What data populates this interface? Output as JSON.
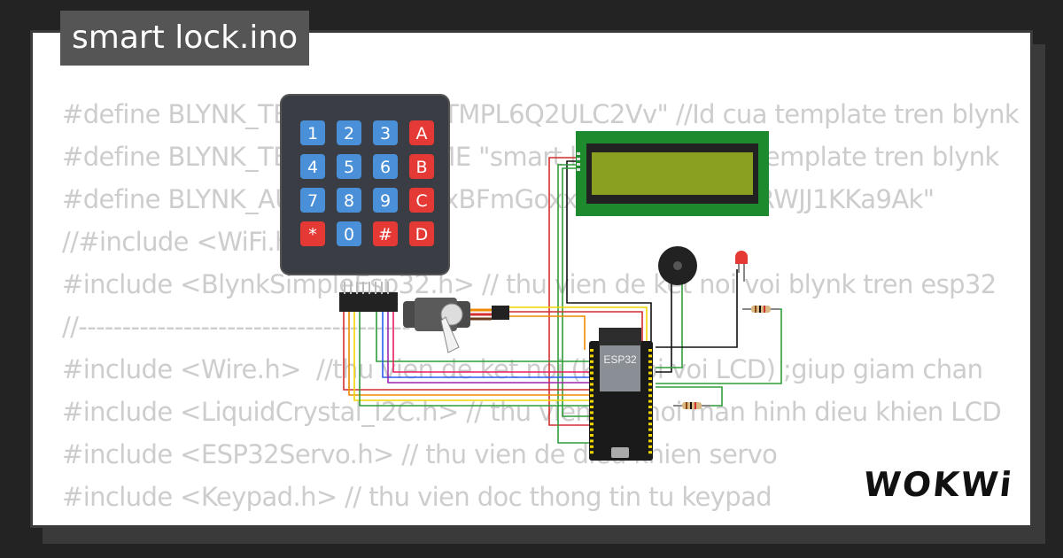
{
  "header": {
    "file_title": "smart lock.ino"
  },
  "code_lines": [
    "#define BLYNK_TEMPLATE_ID \"TMPL6Q2ULC2Vv\" //Id cua template tren blynk",
    "#define BLYNK_TEMPLATE_NAME \"smart lock\" //ten cua template tren blynk",
    "#define BLYNK_AUTH_TOKEN \"xBFmGoxxxxxxxxxxJW4yRWJJ1KKa9Ak\"",
    "//#include <WiFi.h>",
    "#include <BlynkSimpleEsp32.h> // thu vien de ket noi voi blynk tren esp32",
    "//--------------------------------------",
    "#include <Wire.h>  //thu vien de ket noi (ket noi voi LCD) ;giup giam chan",
    "#include <LiquidCrystal_I2C.h> // thu vien ket noi man hinh dieu khien LCD",
    "#include <ESP32Servo.h> // thu vien de dieu khien servo",
    "#include <Keypad.h> // thu vien doc thong tin tu keypad"
  ],
  "keypad": {
    "rows": [
      [
        "1",
        "2",
        "3",
        "A"
      ],
      [
        "4",
        "5",
        "6",
        "B"
      ],
      [
        "7",
        "8",
        "9",
        "C"
      ],
      [
        "*",
        "0",
        "#",
        "D"
      ]
    ],
    "colors": {
      "number": "#4a90d9",
      "letter": "#e53935",
      "body": "#3a3d44"
    }
  },
  "components": {
    "mcu_label": "ESP32",
    "lcd_backlight_color": "#8aa020",
    "led_color": "#e53935"
  },
  "wire_colors": {
    "red": "#d32f2f",
    "yellow": "#f2d600",
    "orange": "#ef8a00",
    "green": "#2e9e3a",
    "blue": "#2d5cf0",
    "purple": "#9c27b0",
    "pink": "#e91e63",
    "black": "#111111"
  },
  "brand": {
    "logo_text": "WOKWi"
  }
}
